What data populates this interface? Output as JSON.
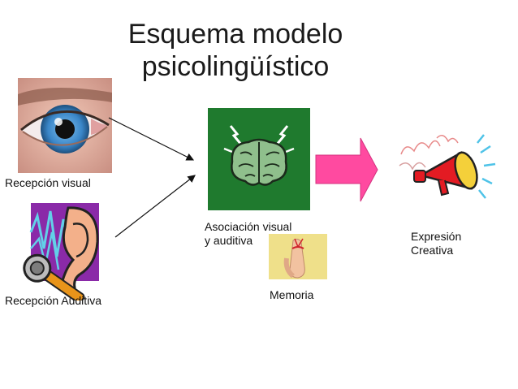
{
  "title_line1": "Esquema modelo",
  "title_line2": "psicolingüístico",
  "labels": {
    "reception_visual": "Recepción visual",
    "reception_auditory": "Recepción Auditiva",
    "association_line1": "Asociación visual",
    "association_line2": "y auditiva",
    "memory": "Memoria",
    "expression_line1": "Expresión",
    "expression_line2": "Creativa"
  },
  "icons": {
    "eye": "eye-icon",
    "ear": "ear-icon",
    "brain": "brain-icon",
    "finger": "finger-string-icon",
    "megaphone": "megaphone-icon"
  },
  "colors": {
    "brain_bg": "#1f7a2e",
    "big_arrow": "#ff4aa0",
    "eye_iris": "#3a86c8",
    "megaphone": "#e31b23"
  }
}
